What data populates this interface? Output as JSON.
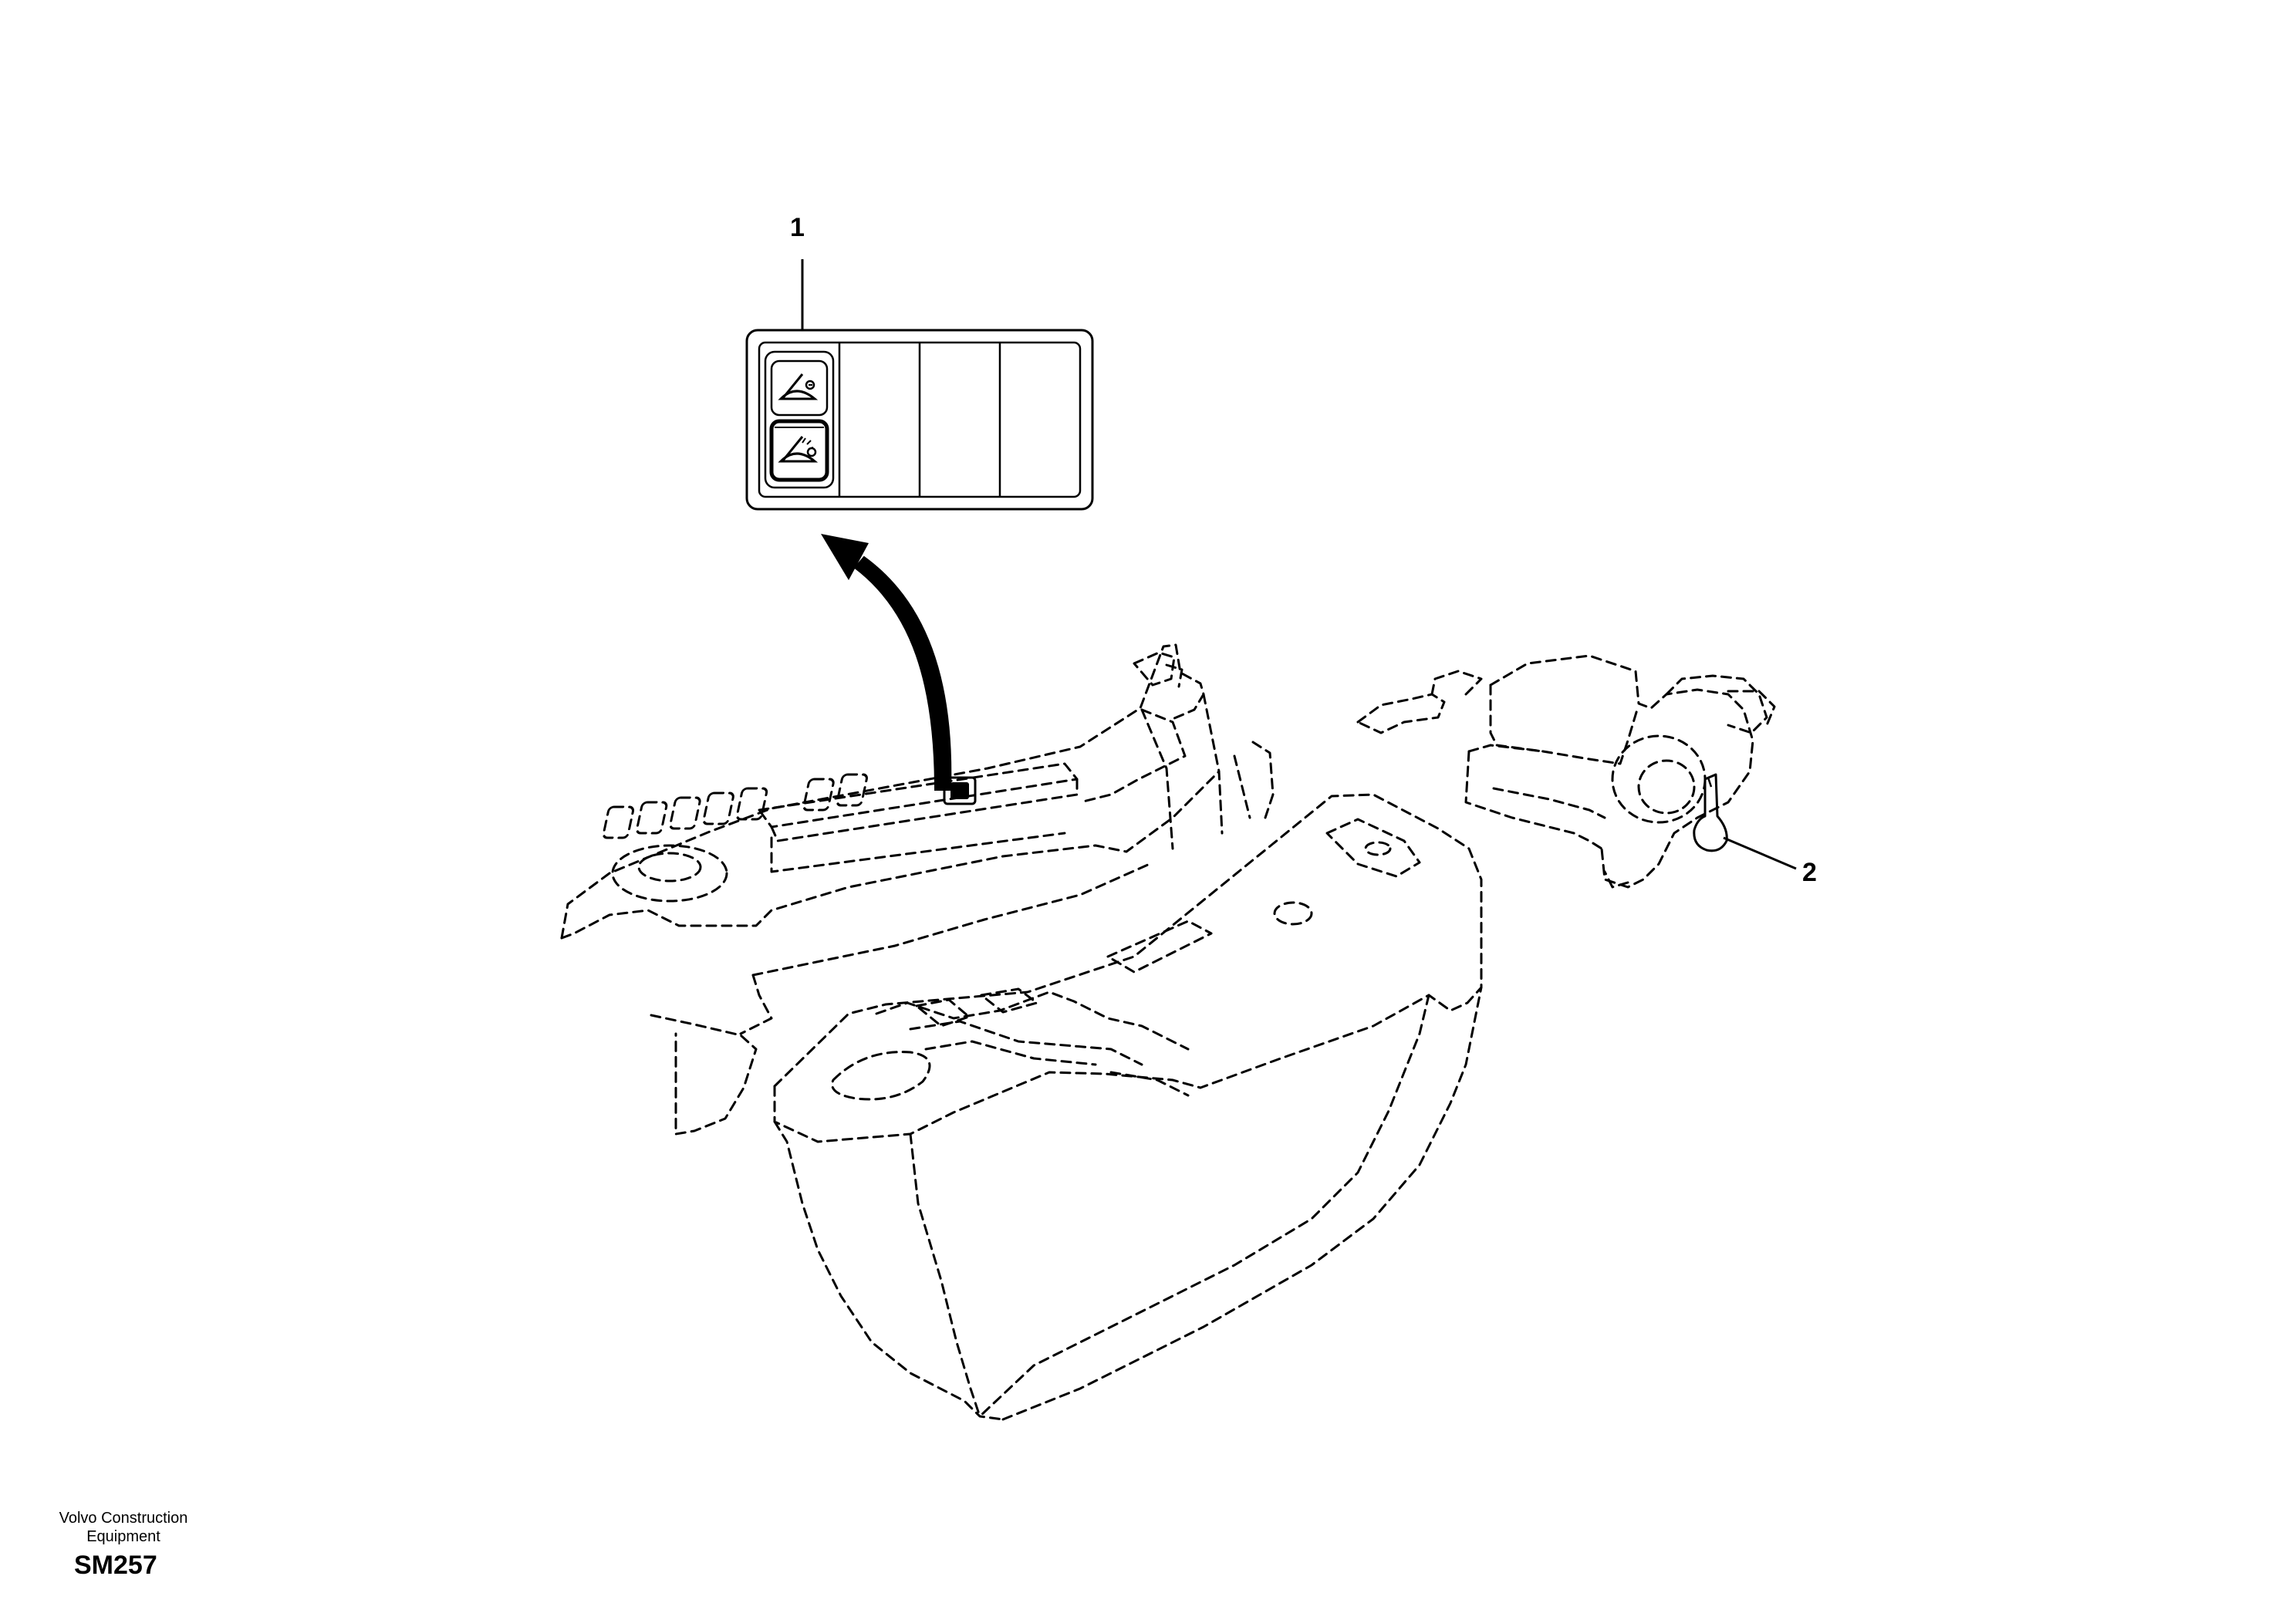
{
  "callouts": [
    {
      "number": "1"
    },
    {
      "number": "2"
    }
  ],
  "publisher": {
    "line1": "Volvo Construction",
    "line2": "Equipment"
  },
  "document_code": "SM257",
  "icons": [
    "wiper-icon",
    "washer-icon"
  ]
}
